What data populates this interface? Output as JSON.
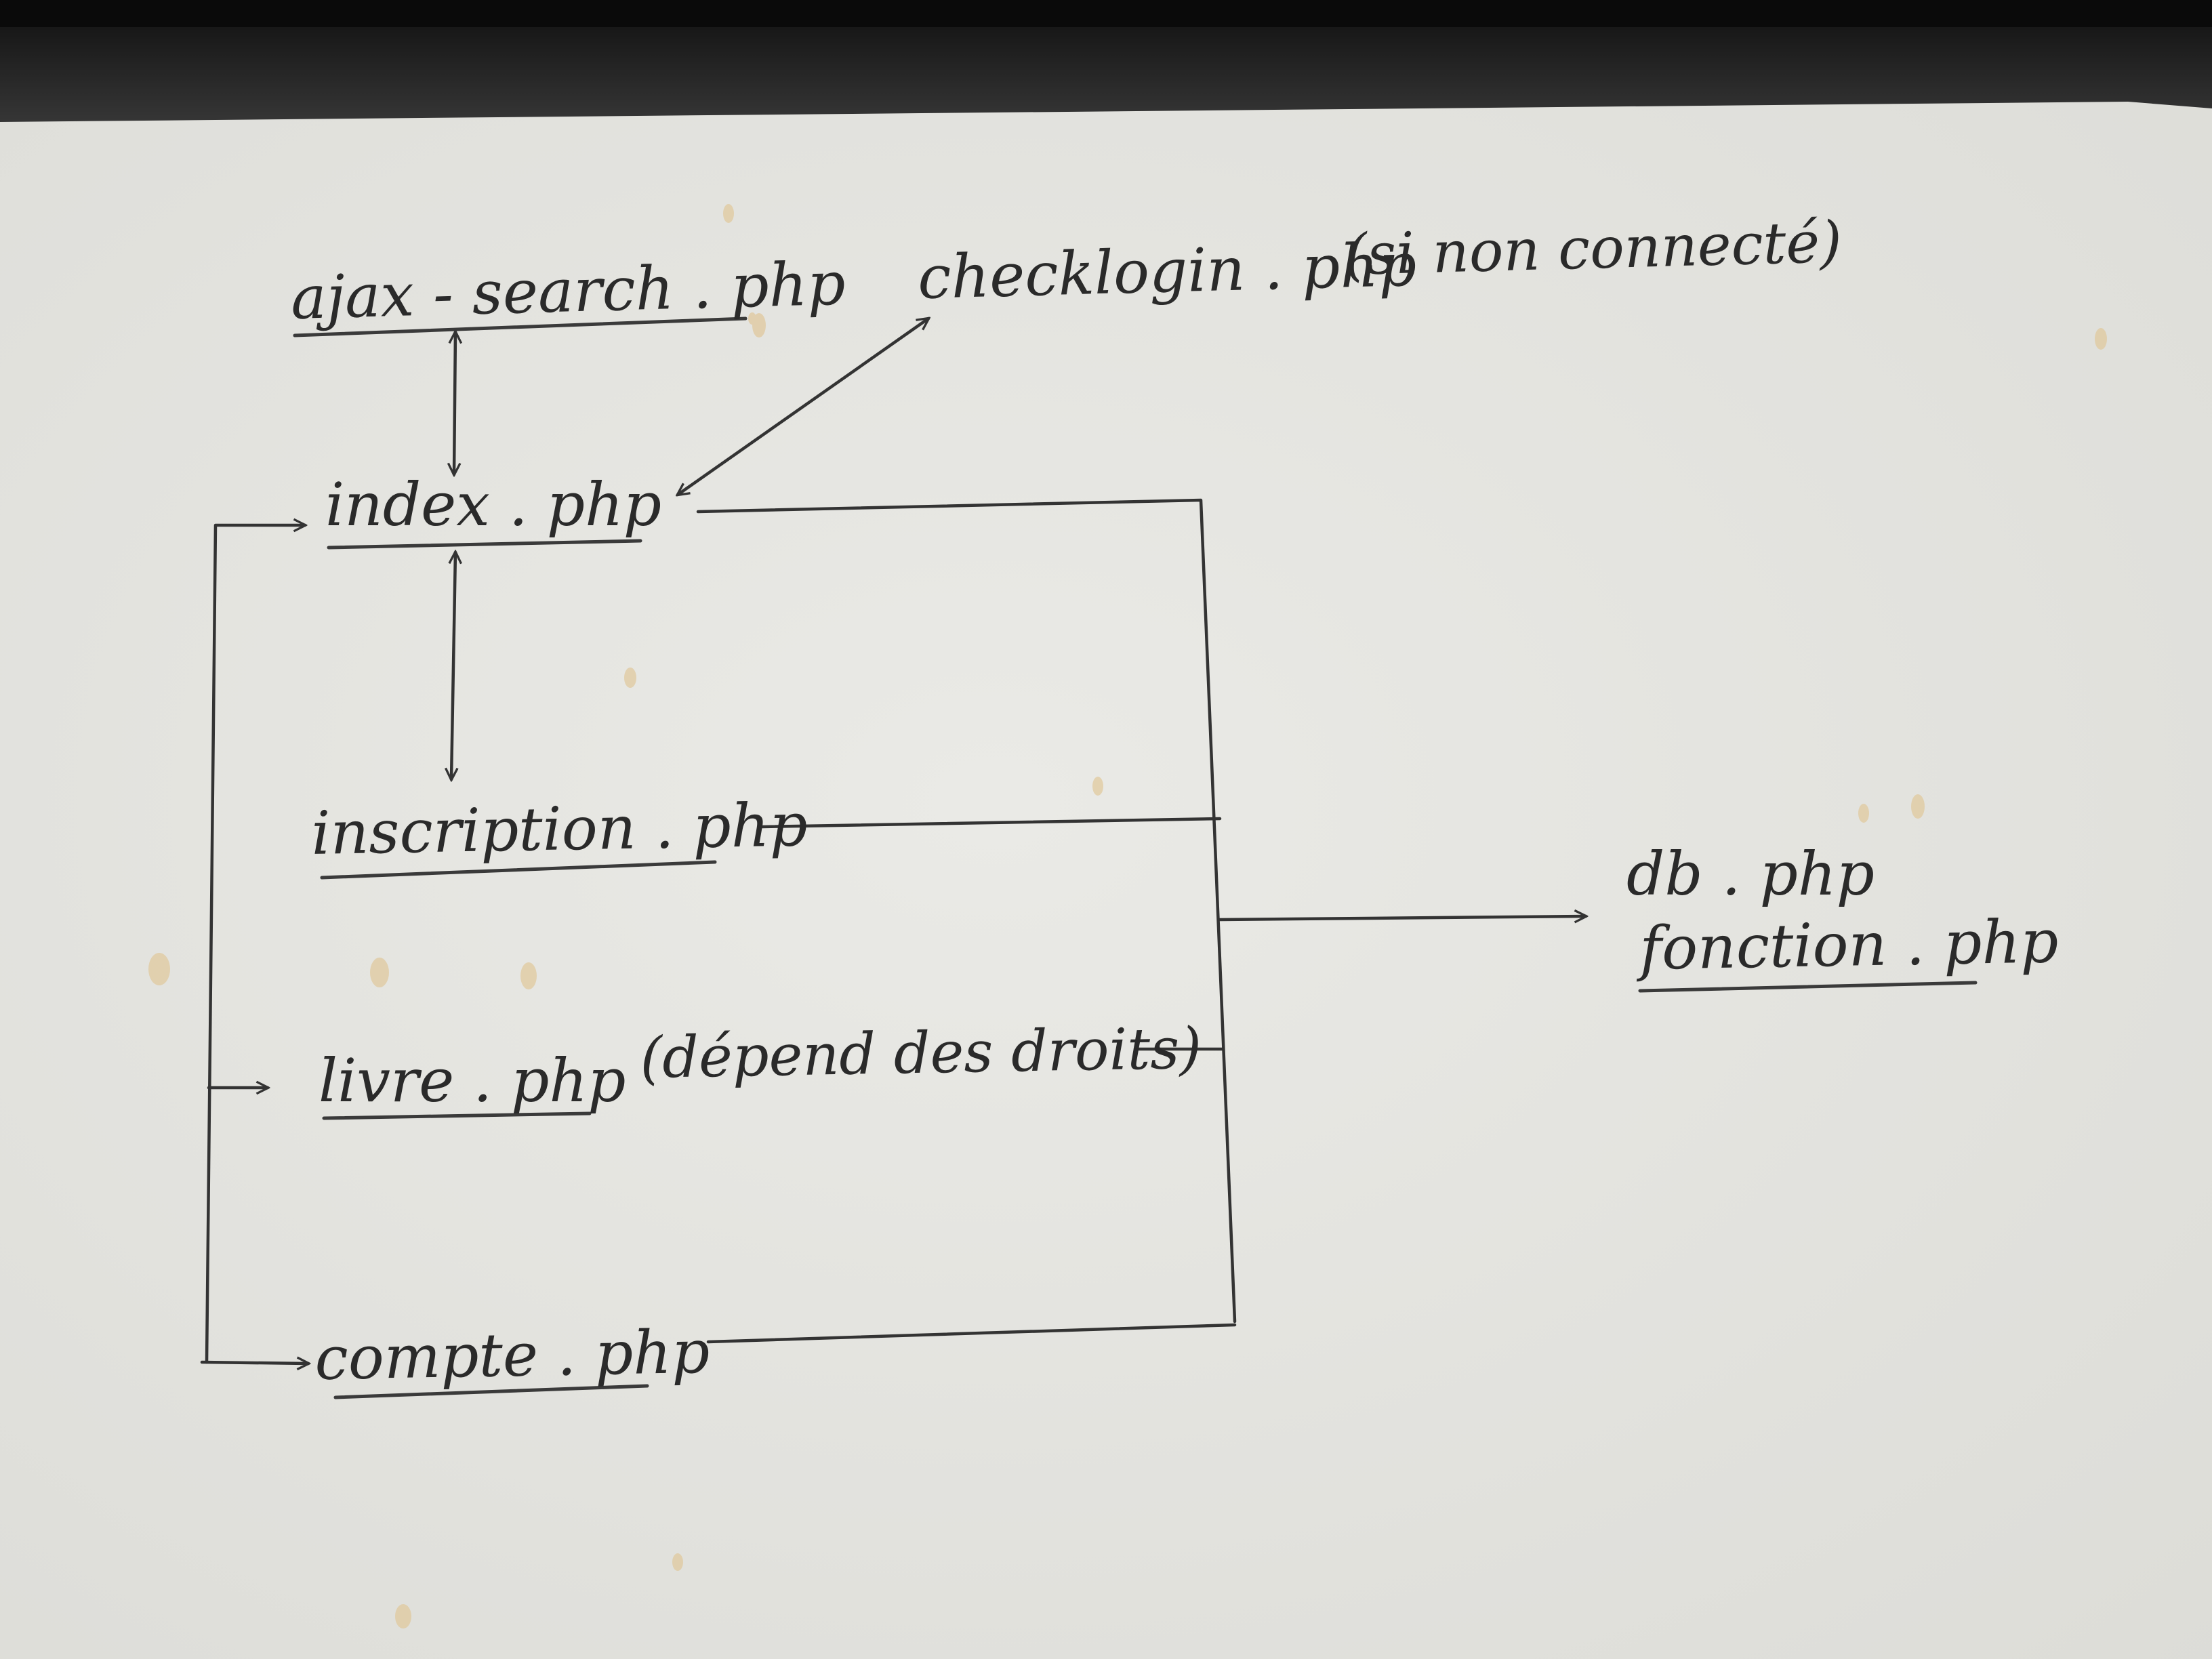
{
  "diagram": {
    "nodes": {
      "ajax_search": "ajax - search . php",
      "checklogin": "checklogin . php",
      "index": "index . php",
      "inscription": "inscription . php",
      "livre": "livre . php",
      "compte": "compte . php",
      "db": "db . php",
      "fonction": "fonction . php"
    },
    "notes": {
      "checklogin": "(si non connecté)",
      "livre": "(dépend des droits)"
    },
    "edges": [
      {
        "from": "ajax_search",
        "to": "index",
        "type": "bidirectional"
      },
      {
        "from": "index",
        "to": "checklogin",
        "type": "bidirectional"
      },
      {
        "from": "index",
        "to": "inscription",
        "type": "bidirectional"
      },
      {
        "from": "index",
        "to": "db",
        "type": "bus"
      },
      {
        "from": "inscription",
        "to": "db",
        "type": "bus"
      },
      {
        "from": "livre",
        "to": "db",
        "type": "bus"
      },
      {
        "from": "compte",
        "to": "db",
        "type": "bus"
      },
      {
        "from": "left-bus",
        "to": "index",
        "type": "arrow"
      },
      {
        "from": "left-bus",
        "to": "livre",
        "type": "arrow"
      },
      {
        "from": "left-bus",
        "to": "compte",
        "type": "arrow"
      }
    ],
    "colors": {
      "paper": "#e6e6e2",
      "ink": "#2a2a2a",
      "frame": "#1a1a1a"
    }
  }
}
